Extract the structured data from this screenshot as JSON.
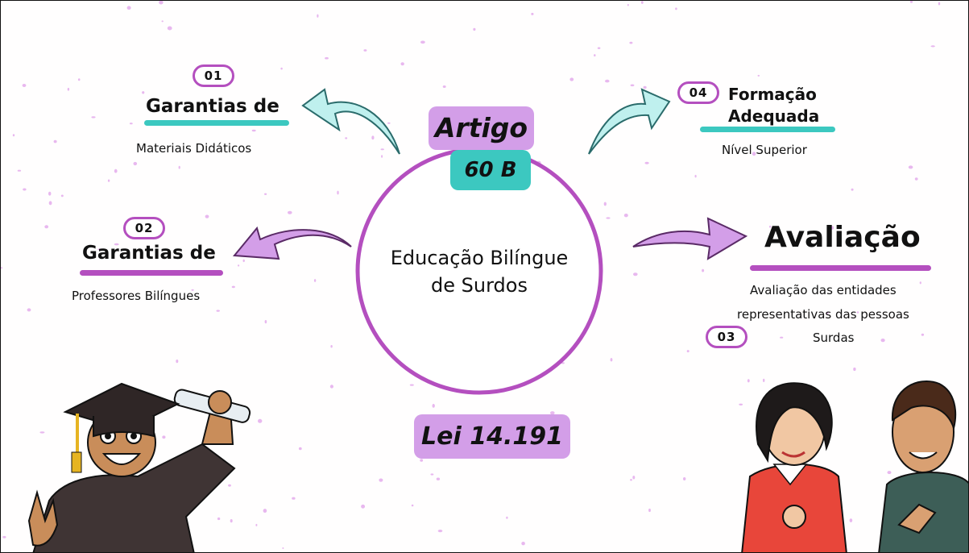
{
  "center": {
    "title": "Educação Bilíngue de Surdos",
    "line1": "Educação Bilíngue",
    "line2": "de Surdos"
  },
  "artigo": {
    "label": "Artigo",
    "number": "60 B"
  },
  "lei": {
    "label": "Lei 14.191"
  },
  "item01": {
    "number": "01",
    "heading": "Garantias de",
    "sub": "Materiais Didáticos"
  },
  "item02": {
    "number": "02",
    "heading": "Garantias de",
    "sub": "Professores Bilíngues"
  },
  "item03": {
    "number": "03",
    "heading": "Avaliação",
    "sub_line1": "Avaliação das entidades",
    "sub_line2": "representativas das pessoas",
    "sub_line3": "Surdas"
  },
  "item04": {
    "number": "04",
    "heading_line1": "Formação",
    "heading_line2": "Adequada",
    "sub": "Nível Superior"
  },
  "colors": {
    "purple": "#b44fbf",
    "lilac": "#d39ee8",
    "teal": "#3cc8c0",
    "tealLight": "#bff0ee",
    "paper": "#fffefe"
  },
  "icons": [
    "curved-arrow-icon",
    "graduate-illustration",
    "signing-people-illustration"
  ]
}
